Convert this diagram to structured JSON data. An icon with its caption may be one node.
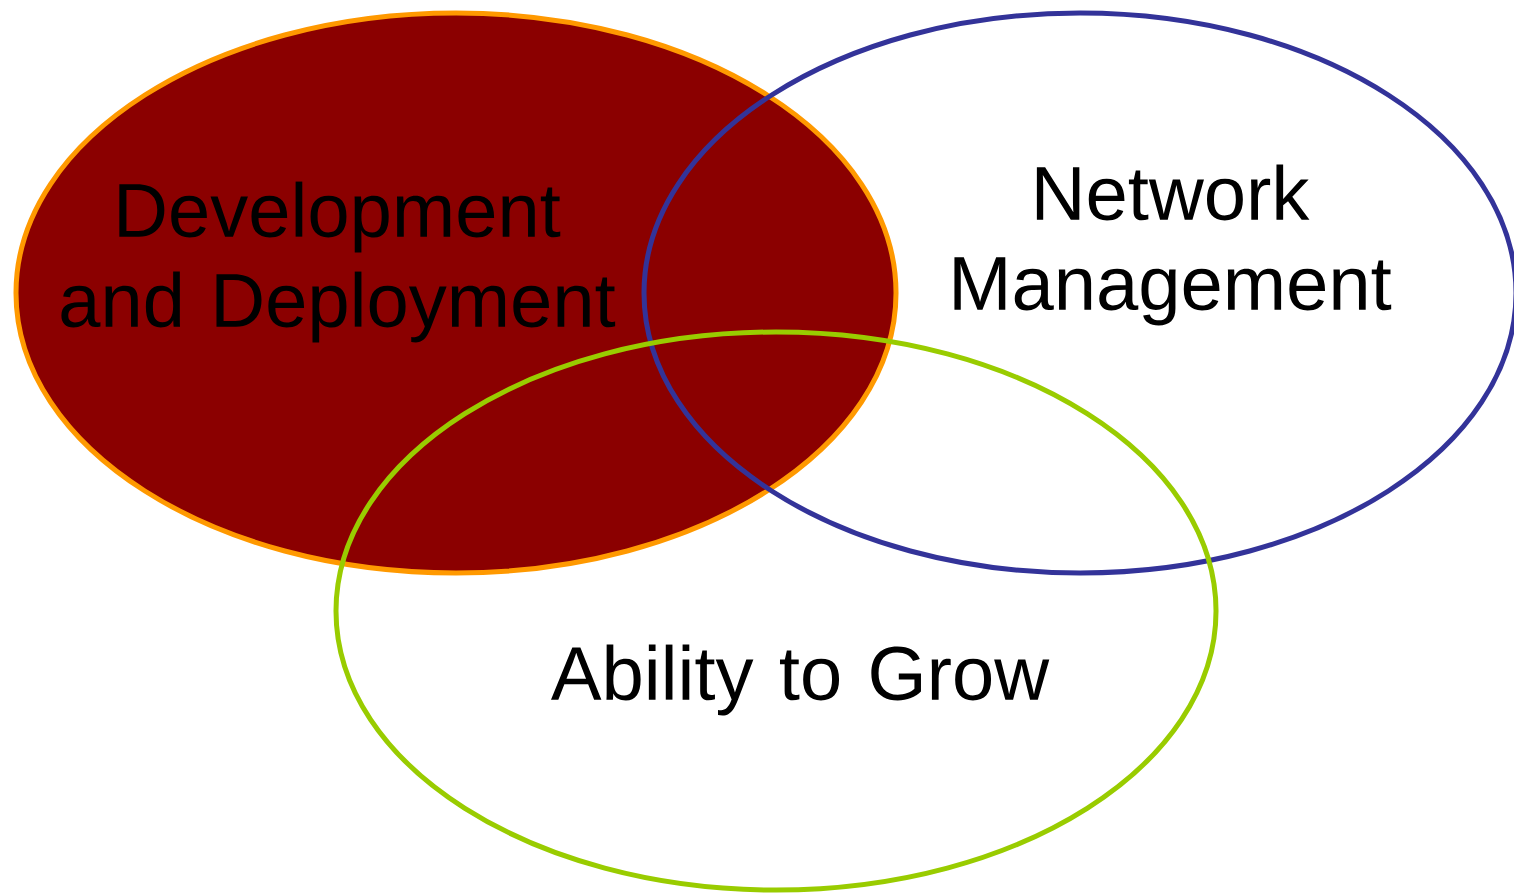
{
  "diagram": {
    "nodes": [
      {
        "text": [
          "Development and Deployment"
        ]
      },
      {
        "text": [
          "Network Management"
        ]
      },
      {
        "text": [
          "Ability to Grow"
        ]
      }
    ]
  }
}
